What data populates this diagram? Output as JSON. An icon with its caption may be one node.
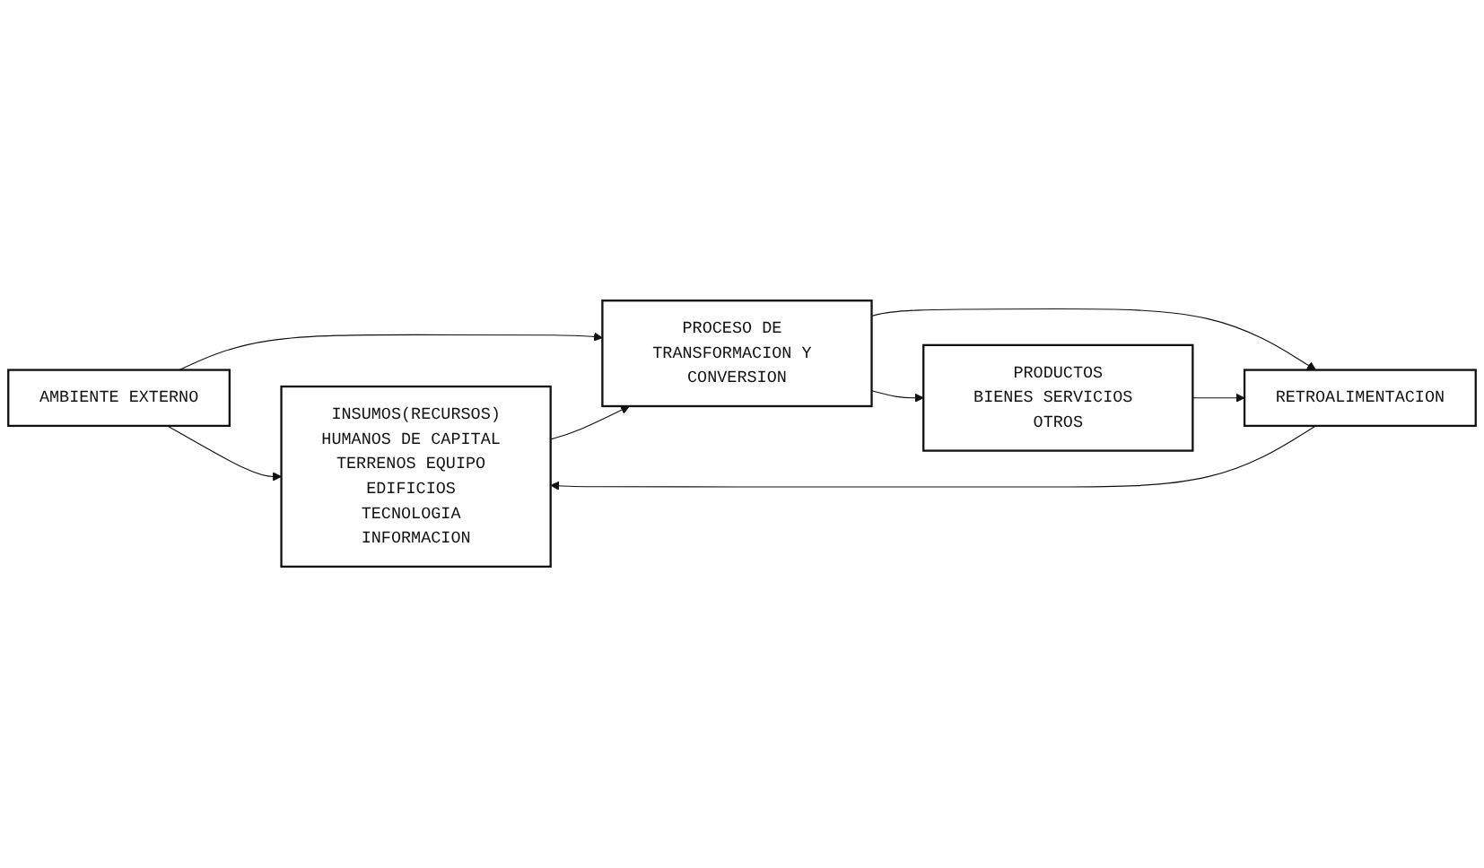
{
  "diagram": {
    "nodes": [
      {
        "text": [
          "AMBIENTE EXTERNO"
        ]
      },
      {
        "text": [
          "INSUMOS(RECURSOS)",
          "HUMANOS DE CAPITAL TERRENOS EQUIPO EDIFICIOS TECNOLOGIA INFORMACION"
        ]
      },
      {
        "text": [
          "PROCESO DE TRANSFORMACION Y CONVERSION"
        ]
      },
      {
        "text": [
          "PRODUCTOS",
          "BIENES SERVICIOS OTROS"
        ]
      },
      {
        "text": [
          "RETROALIMENTACION"
        ]
      }
    ],
    "edges": [
      {
        "from": 0,
        "to": 1,
        "arrow": "to"
      },
      {
        "from": 0,
        "to": 2,
        "arrow": "to"
      },
      {
        "from": 1,
        "to": 2,
        "arrow": "to"
      },
      {
        "from": 2,
        "to": 3,
        "arrow": "to"
      },
      {
        "from": 2,
        "to": 4,
        "arrow": "to"
      },
      {
        "from": 4,
        "to": 1,
        "arrow": "to"
      },
      {
        "from": 3,
        "to": 4,
        "arrow": "to"
      }
    ]
  }
}
